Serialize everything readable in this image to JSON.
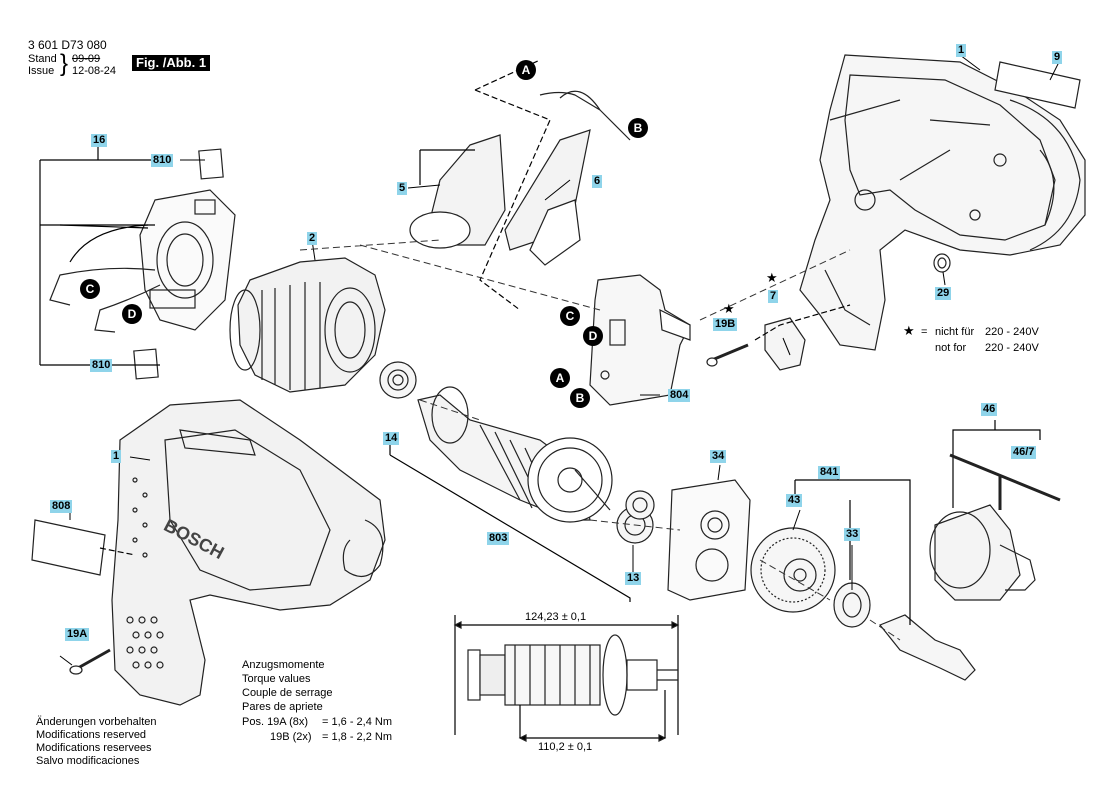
{
  "header": {
    "part_number": "3 601 D73 080",
    "stand_label": "Stand",
    "stand_date": "09-09",
    "issue_label": "Issue",
    "issue_date": "12-08-24",
    "brace": "}",
    "figure": "Fig. /Abb. 1"
  },
  "labels": {
    "l1a": "1",
    "l9": "9",
    "l16": "16",
    "l810a": "810",
    "l810b": "810",
    "l5": "5",
    "l6": "6",
    "l2": "2",
    "l7": "7",
    "l19b": "19B",
    "l29": "29",
    "l804": "804",
    "l14": "14",
    "l1b": "1",
    "l808": "808",
    "l803": "803",
    "l34": "34",
    "l841": "841",
    "l43": "43",
    "l33": "33",
    "l46": "46",
    "l467": "46/7",
    "l13": "13",
    "l19a": "19A"
  },
  "connectors": {
    "A1": "A",
    "B1": "B",
    "C1": "C",
    "D1": "D",
    "C2": "C",
    "D2": "D",
    "A2": "A",
    "B2": "B"
  },
  "brand": "BOSCH",
  "stars": {
    "s1": "★",
    "s2": "★",
    "s3": "★"
  },
  "note": {
    "equals": "=",
    "line1_a": "nicht für",
    "line1_b": "220 - 240V",
    "line2_a": "not for",
    "line2_b": "220 - 240V"
  },
  "torque": {
    "l1": "Anzugsmomente",
    "l2": "Torque values",
    "l3": "Couple de serrage",
    "l4": "Pares de apriete",
    "l5a": "Pos. 19A (8x)",
    "l5b": "= 1,6 - 2,4 Nm",
    "l6a": "19B (2x)",
    "l6b": "= 1,8 - 2,2 Nm"
  },
  "changes": {
    "l1": "Änderungen vorbehalten",
    "l2": "Modifications reserved",
    "l3": "Modifications reservees",
    "l4": "Salvo modificaciones"
  },
  "dimensions": {
    "top": "124,23 ± 0,1",
    "bottom": "110,2 ± 0,1"
  }
}
